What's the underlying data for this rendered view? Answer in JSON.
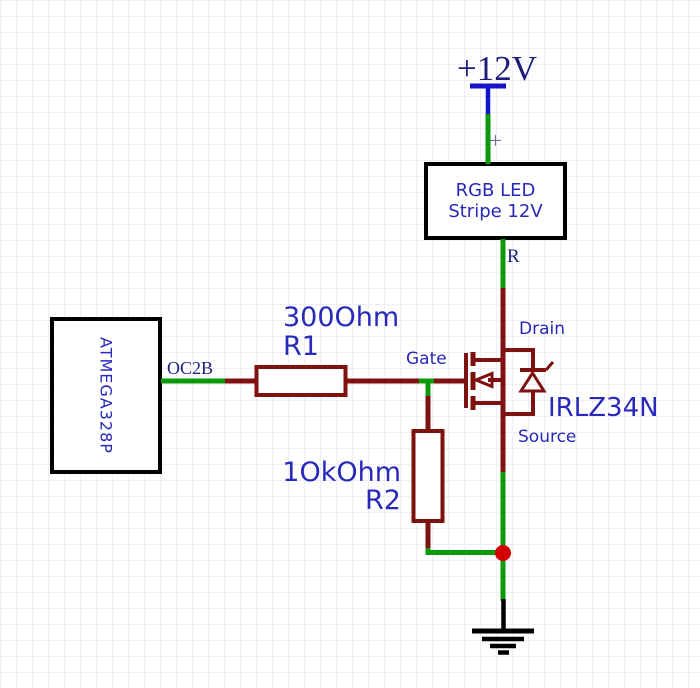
{
  "colors": {
    "wire_red": "#7f1210",
    "wire_green": "#0c9a0c",
    "power_blue": "#1414cc",
    "label_blue": "#2828bb",
    "serif_navy": "#1c1c78",
    "plus_gray": "#6e6e8e",
    "dot_red": "#d40000"
  },
  "power": {
    "label": "+12V"
  },
  "led_strip": {
    "plus_pin": "+",
    "name_line1": "RGB LED",
    "name_line2": "Stripe 12V",
    "output_pin": "R"
  },
  "mcu": {
    "name": "ATMEGA328P",
    "pin": "OC2B"
  },
  "r1": {
    "value": "300Ohm",
    "designator": "R1"
  },
  "r2": {
    "value": "1OkOhm",
    "designator": "R2"
  },
  "mosfet": {
    "part": "IRLZ34N",
    "pin_gate": "Gate",
    "pin_drain": "Drain",
    "pin_source": "Source"
  }
}
